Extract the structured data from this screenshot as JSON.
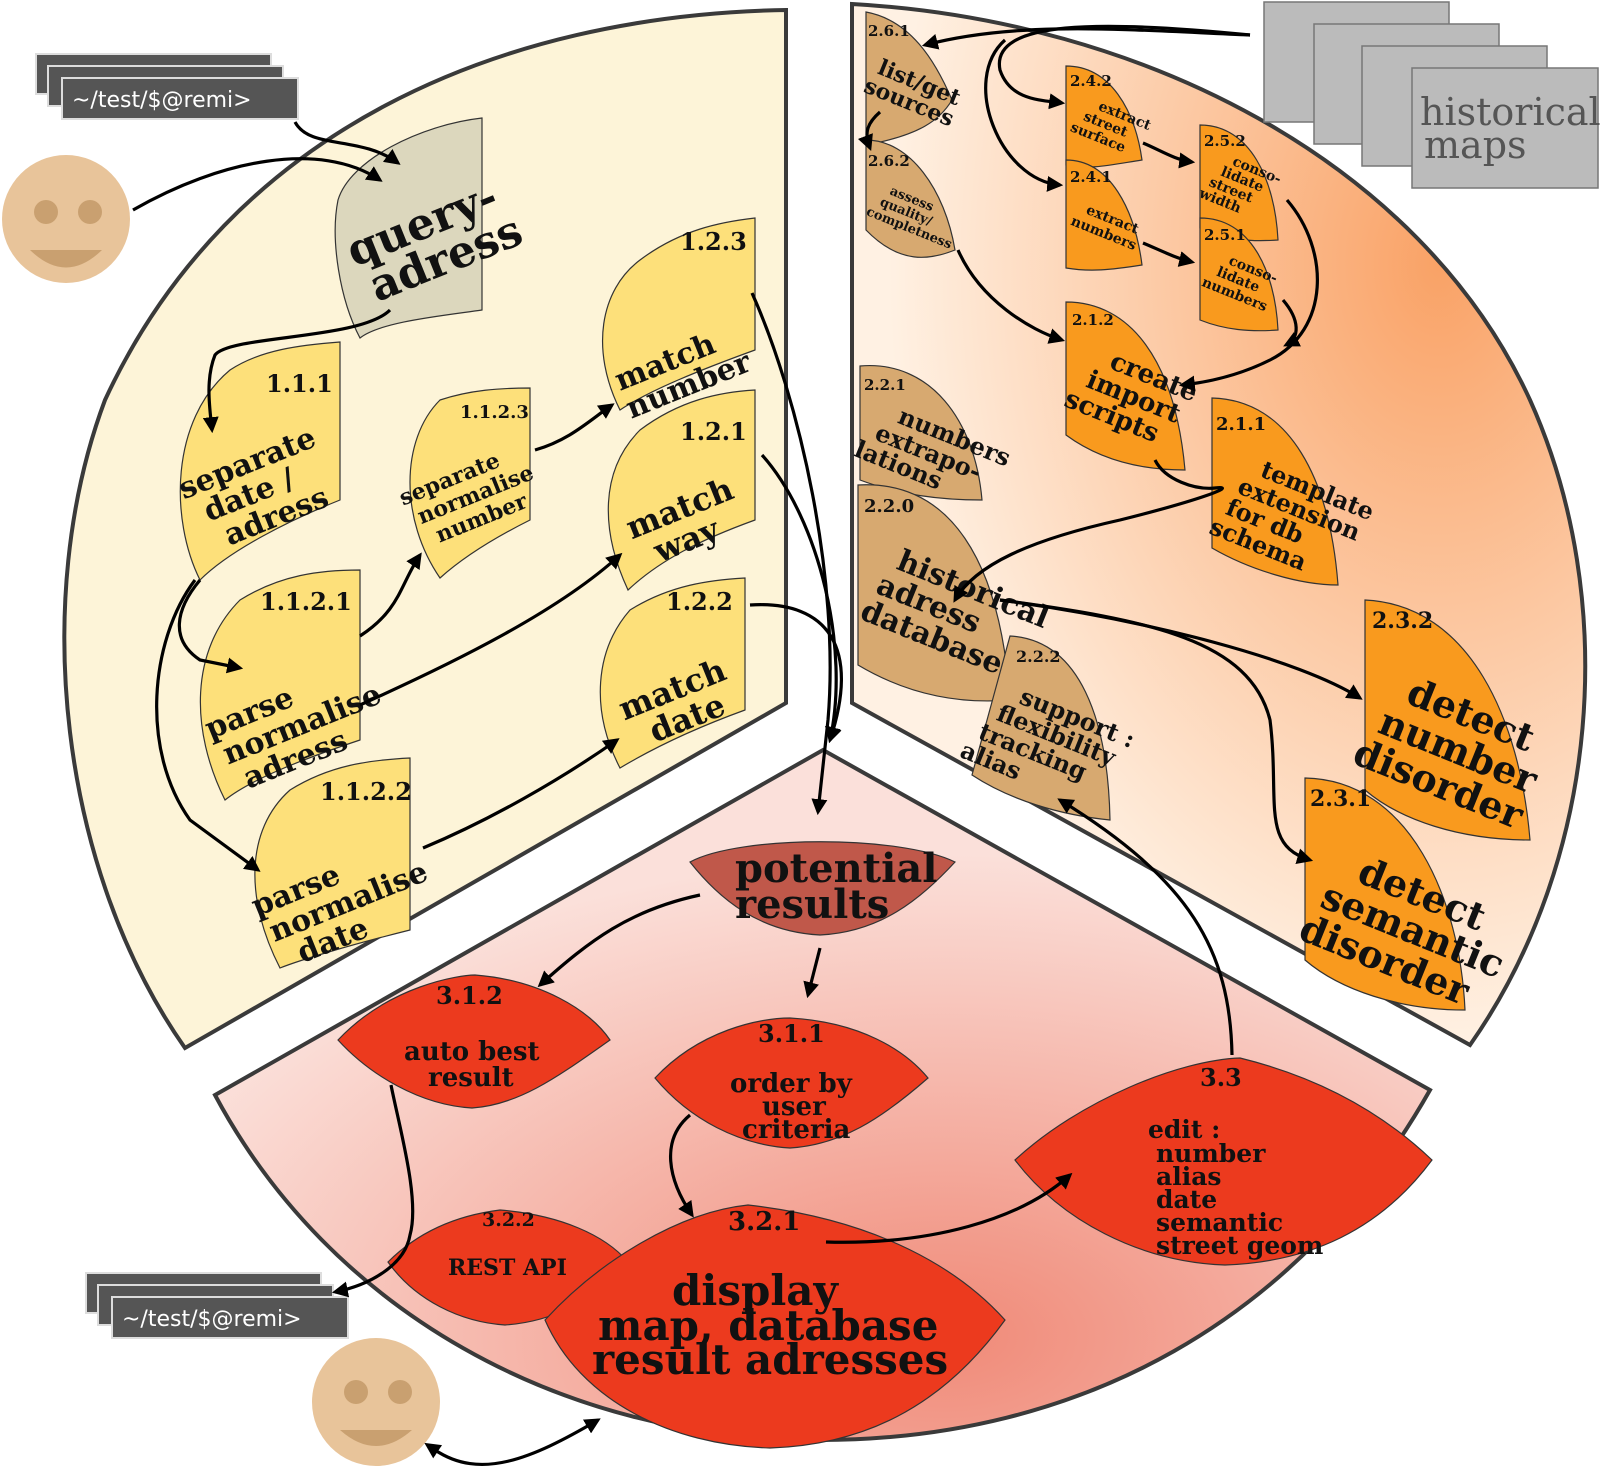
{
  "terminal": {
    "prompt": "~/test/$@remi>"
  },
  "maps": {
    "line1": "historical",
    "line2": "maps"
  },
  "query": {
    "line1": "query-",
    "line2": "adress"
  },
  "nodes": {
    "n111": {
      "num": "1.1.1",
      "l1": "separate",
      "l2": "date /",
      "l3": "adress"
    },
    "n1121": {
      "num": "1.1.2.1",
      "l1": "parse",
      "l2": "normalise",
      "l3": "adress"
    },
    "n1122": {
      "num": "1.1.2.2",
      "l1": "parse",
      "l2": "normalise",
      "l3": "date"
    },
    "n1123": {
      "num": "1.1.2.3",
      "l1": "separate",
      "l2": "normalise",
      "l3": "number"
    },
    "n123": {
      "num": "1.2.3",
      "l1": "match",
      "l2": "number"
    },
    "n121": {
      "num": "1.2.1",
      "l1": "match",
      "l2": "way"
    },
    "n122": {
      "num": "1.2.2",
      "l1": "match",
      "l2": "date"
    },
    "n261": {
      "num": "2.6.1",
      "l1": "list/get",
      "l2": "sources"
    },
    "n262": {
      "num": "2.6.2",
      "l1": "assess",
      "l2": "quality/",
      "l3": "completness"
    },
    "n242": {
      "num": "2.4.2",
      "l1": "extract",
      "l2": "street",
      "l3": "surface"
    },
    "n241": {
      "num": "2.4.1",
      "l1": "extract",
      "l2": "numbers"
    },
    "n252": {
      "num": "2.5.2",
      "l1": "conso-",
      "l2": "lidate",
      "l3": "street",
      "l4": "width"
    },
    "n251": {
      "num": "2.5.1",
      "l1": "conso-",
      "l2": "lidate",
      "l3": "numbers"
    },
    "n212": {
      "num": "2.1.2",
      "l1": "create",
      "l2": "import",
      "l3": "scripts"
    },
    "n211": {
      "num": "2.1.1",
      "l1": "template",
      "l2": "extension",
      "l3": "for db",
      "l4": "schema"
    },
    "n221": {
      "num": "2.2.1",
      "l1": "numbers",
      "l2": "extrapo-",
      "l3": "lations"
    },
    "n220": {
      "num": "2.2.0",
      "l1": "historical",
      "l2": "adress",
      "l3": "database"
    },
    "n222": {
      "num": "2.2.2",
      "l1": "support :",
      "l2": "flexibility",
      "l3": "tracking",
      "l4": "alias"
    },
    "n232": {
      "num": "2.3.2",
      "l1": "detect",
      "l2": "number",
      "l3": "disorder"
    },
    "n231": {
      "num": "2.3.1",
      "l1": "detect",
      "l2": "semantic",
      "l3": "disorder"
    },
    "potential": {
      "l1": "potential",
      "l2": "results"
    },
    "n312": {
      "num": "3.1.2",
      "l1": "auto best",
      "l2": "result"
    },
    "n311": {
      "num": "3.1.1",
      "l1": "order by",
      "l2": "user",
      "l3": "criteria"
    },
    "n33": {
      "num": "3.3",
      "l1": "edit :",
      "l2": "number",
      "l3": "alias",
      "l4": "date",
      "l5": "semantic",
      "l6": "street geom"
    },
    "n322": {
      "num": "3.2.2",
      "l1": "REST API"
    },
    "n321": {
      "num": "3.2.1",
      "l1": "display",
      "l2": "map, database",
      "l3": "result adresses"
    }
  },
  "colors": {
    "panel1": "#fdf4d8",
    "panel2_light": "#fde4cc",
    "panel2_dark": "#f9a266",
    "panel3_light": "#fadcd6",
    "panel3_dark": "#f08a78",
    "yellow_node": "#fde07a",
    "orange_node": "#f99a1e",
    "tan_node": "#d7a970",
    "red_node": "#ec3a1e",
    "potential_node": "#c0584a",
    "query_node": "#dcd7bd",
    "face": "#e8c49a"
  }
}
